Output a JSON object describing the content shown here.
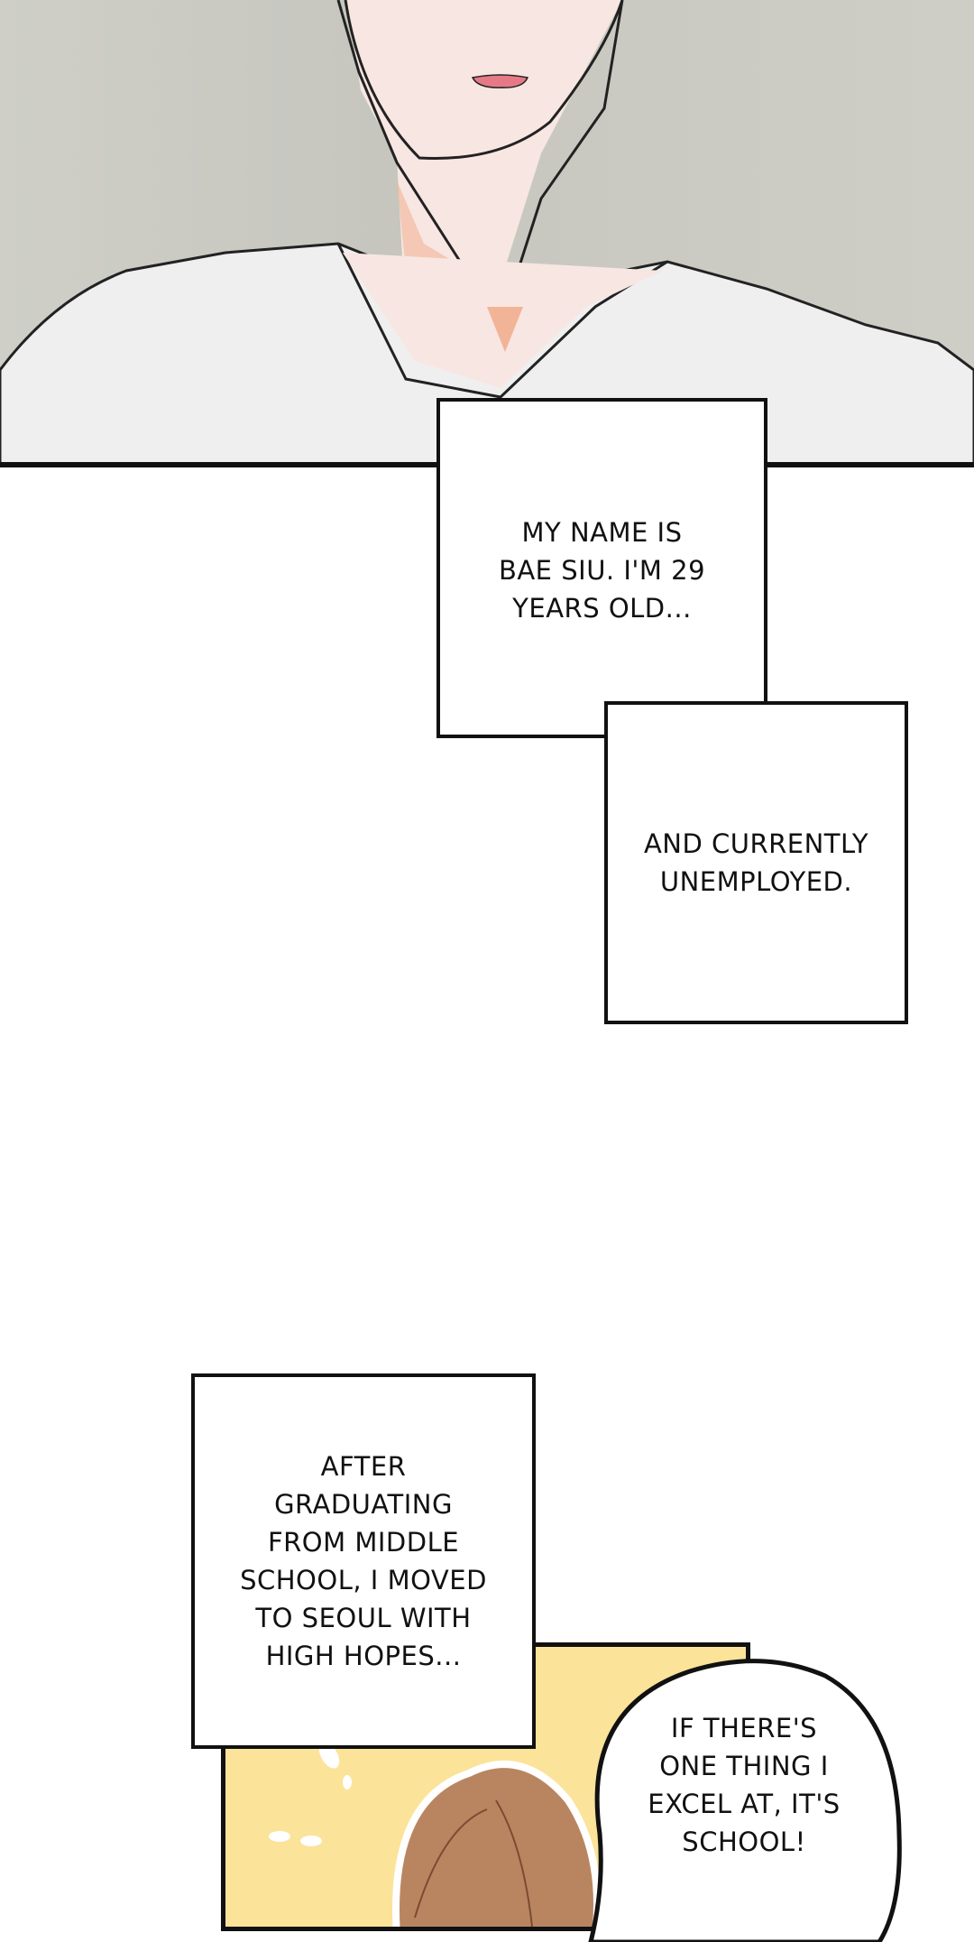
{
  "captions": {
    "box1": "My name is\nBae Siu. I'm 29\nyears old...",
    "box2": "And currently\nunemployed.",
    "box3": "After\ngraduating\nfrom middle\nschool, I moved\nto Seoul with\nhigh hopes..."
  },
  "speech_bubble": {
    "text": "If there's\none thing I\nexcel at, it's\nschool!"
  },
  "colors": {
    "panel_background": "#c9c9c2",
    "skin": "#f8e6e2",
    "skin_shadow": "#f2b496",
    "shirt": "#efefef",
    "yellow_panel": "#fbe39a",
    "hair": "#b98560",
    "ink": "#111111"
  }
}
